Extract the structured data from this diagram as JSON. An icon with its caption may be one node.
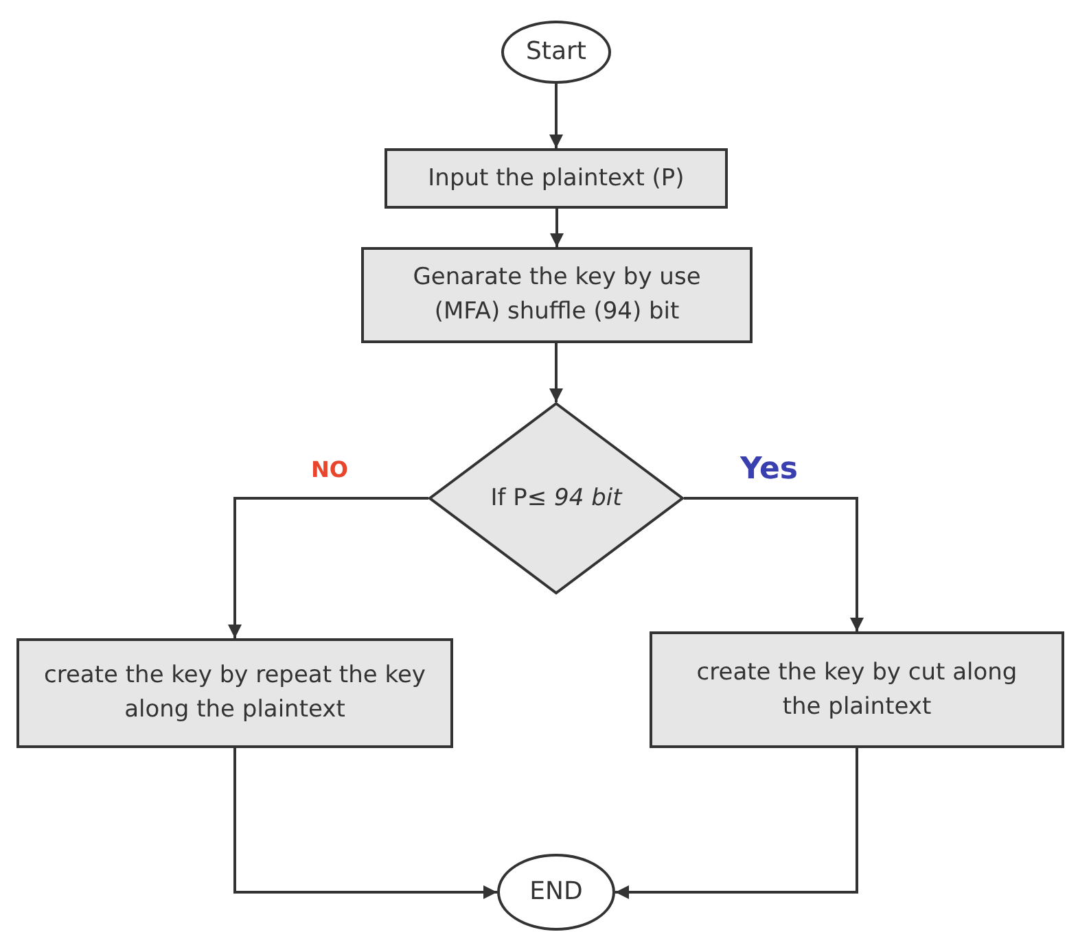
{
  "diagram": {
    "nodes": [
      {
        "text": [
          "Start"
        ]
      },
      {
        "text": [
          "Input the plaintext (P)"
        ]
      },
      {
        "text": [
          "Genarate the key  by use (MFA) shuffle (94) bit"
        ]
      },
      {
        "text": [
          "If P≤ *94 bit*"
        ]
      },
      {
        "text": [
          "create the key by repeat the key along the plaintext"
        ]
      },
      {
        "text": [
          "create the key by cut along the plaintext"
        ]
      },
      {
        "text": [
          "END"
        ]
      }
    ],
    "edges": [
      {
        "from": 0,
        "to": 1,
        "arrow": "to"
      },
      {
        "from": 1,
        "to": 2,
        "arrow": "to"
      },
      {
        "from": 2,
        "to": 3,
        "arrow": "to"
      },
      {
        "from": 3,
        "to": 4,
        "arrow": "to",
        "label": "NO"
      },
      {
        "from": 3,
        "to": 5,
        "arrow": "to",
        "label": "Yes"
      },
      {
        "from": 4,
        "to": 6,
        "arrow": "to"
      },
      {
        "from": 5,
        "to": 6,
        "arrow": "to"
      }
    ]
  }
}
